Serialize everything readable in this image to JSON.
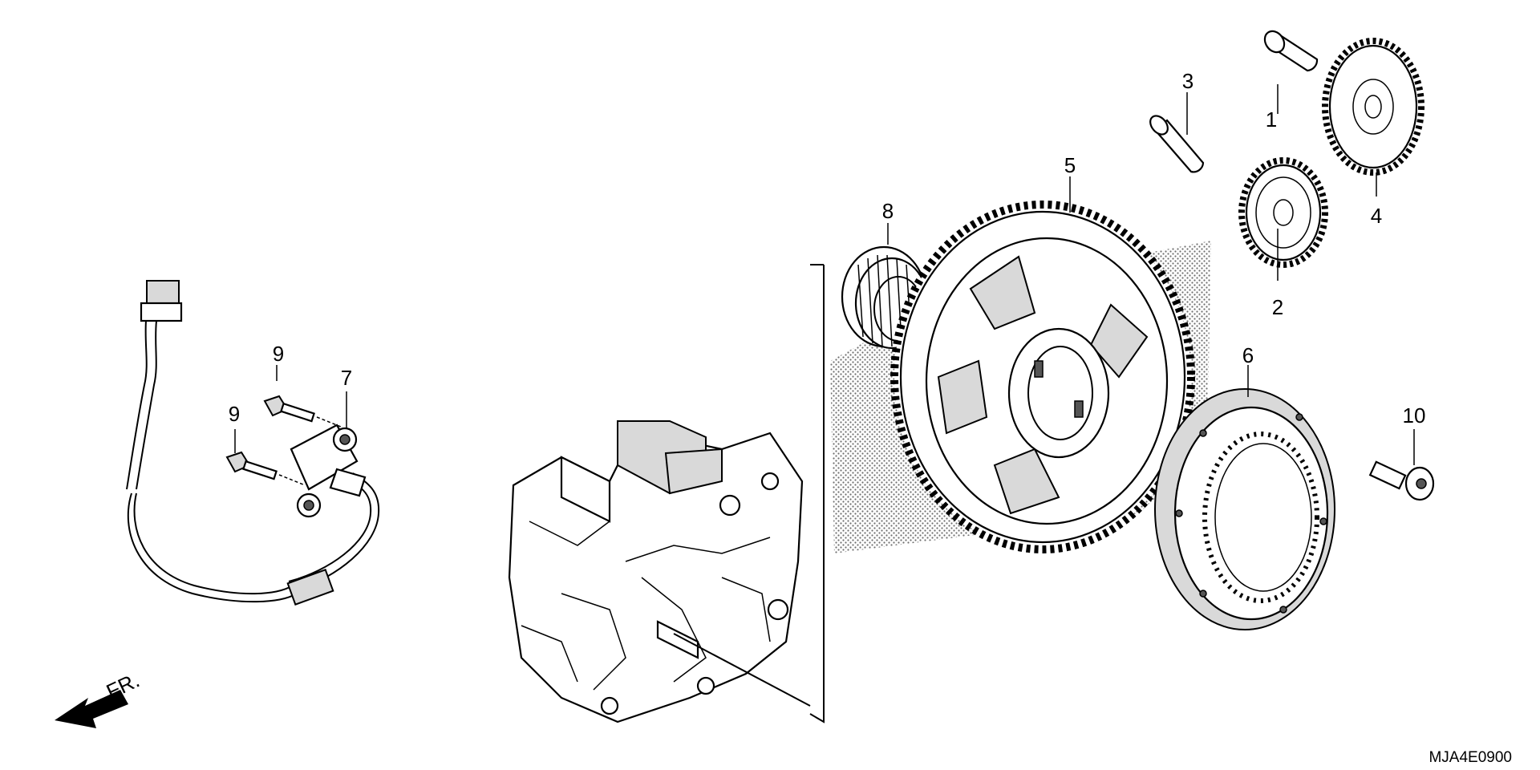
{
  "diagram": {
    "callouts": [
      {
        "id": "1",
        "label": "1"
      },
      {
        "id": "2",
        "label": "2"
      },
      {
        "id": "3",
        "label": "3"
      },
      {
        "id": "4",
        "label": "4"
      },
      {
        "id": "5",
        "label": "5"
      },
      {
        "id": "6",
        "label": "6"
      },
      {
        "id": "7",
        "label": "7"
      },
      {
        "id": "8",
        "label": "8"
      },
      {
        "id": "9a",
        "label": "9"
      },
      {
        "id": "9b",
        "label": "9"
      },
      {
        "id": "10",
        "label": "10"
      }
    ],
    "direction_label": "FR.",
    "code": "MJA4E0900"
  }
}
